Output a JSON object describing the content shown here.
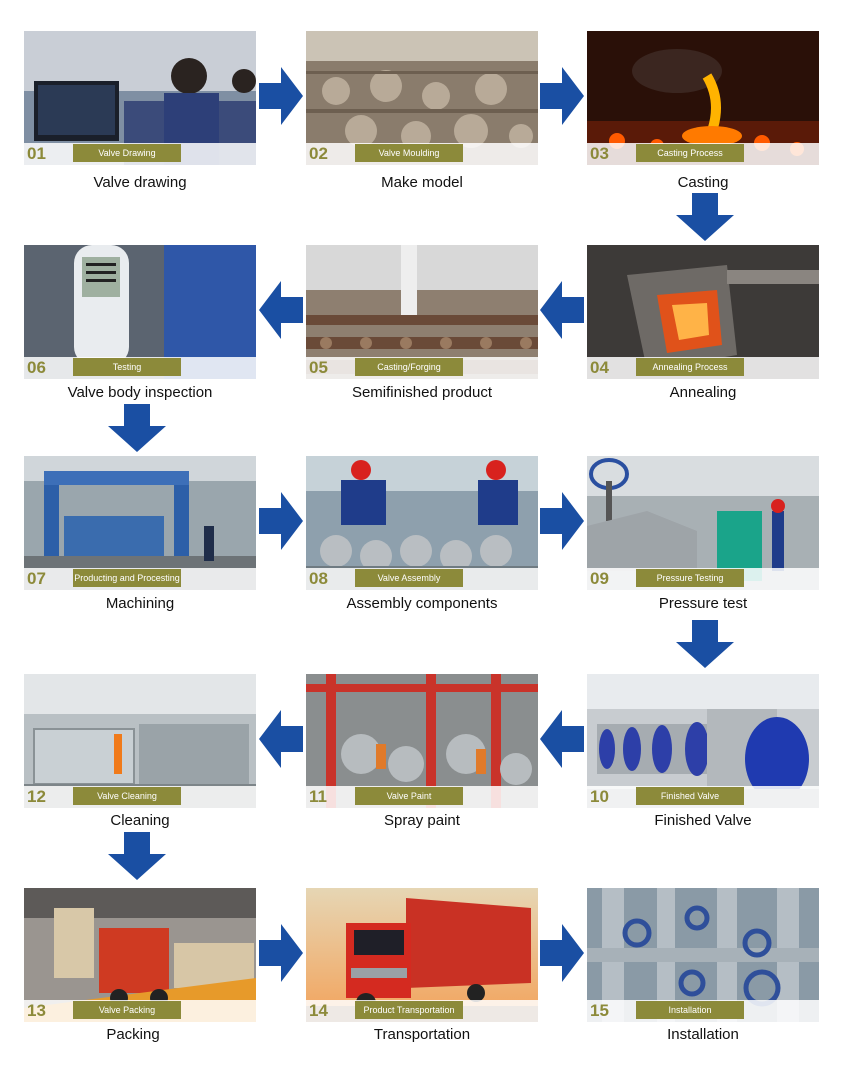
{
  "colors": {
    "arrow": "#1a4fa3",
    "tag": "#8c8a3a",
    "number": "#8c8a3a"
  },
  "steps": [
    {
      "number": "01",
      "tag": "Valve Drawing",
      "caption": "Valve drawing"
    },
    {
      "number": "02",
      "tag": "Valve Moulding",
      "caption": "Make model"
    },
    {
      "number": "03",
      "tag": "Casting Process",
      "caption": "Casting"
    },
    {
      "number": "04",
      "tag": "Annealing Process",
      "caption": "Annealing"
    },
    {
      "number": "05",
      "tag": "Casting/Forging",
      "caption": "Semifinished product"
    },
    {
      "number": "06",
      "tag": "Testing",
      "caption": "Valve body inspection"
    },
    {
      "number": "07",
      "tag": "Producting and Procesting",
      "caption": "Machining"
    },
    {
      "number": "08",
      "tag": "Valve Assembly",
      "caption": "Assembly components"
    },
    {
      "number": "09",
      "tag": "Pressure Testing",
      "caption": "Pressure test"
    },
    {
      "number": "10",
      "tag": "Finished Valve",
      "caption": "Finished Valve"
    },
    {
      "number": "11",
      "tag": "Valve Paint",
      "caption": "Spray paint"
    },
    {
      "number": "12",
      "tag": "Valve Cleaning",
      "caption": "Cleaning"
    },
    {
      "number": "13",
      "tag": "Valve Packing",
      "caption": "Packing"
    },
    {
      "number": "14",
      "tag": "Product Transportation",
      "caption": "Transportation"
    },
    {
      "number": "15",
      "tag": "Installation",
      "caption": "Installation"
    }
  ]
}
